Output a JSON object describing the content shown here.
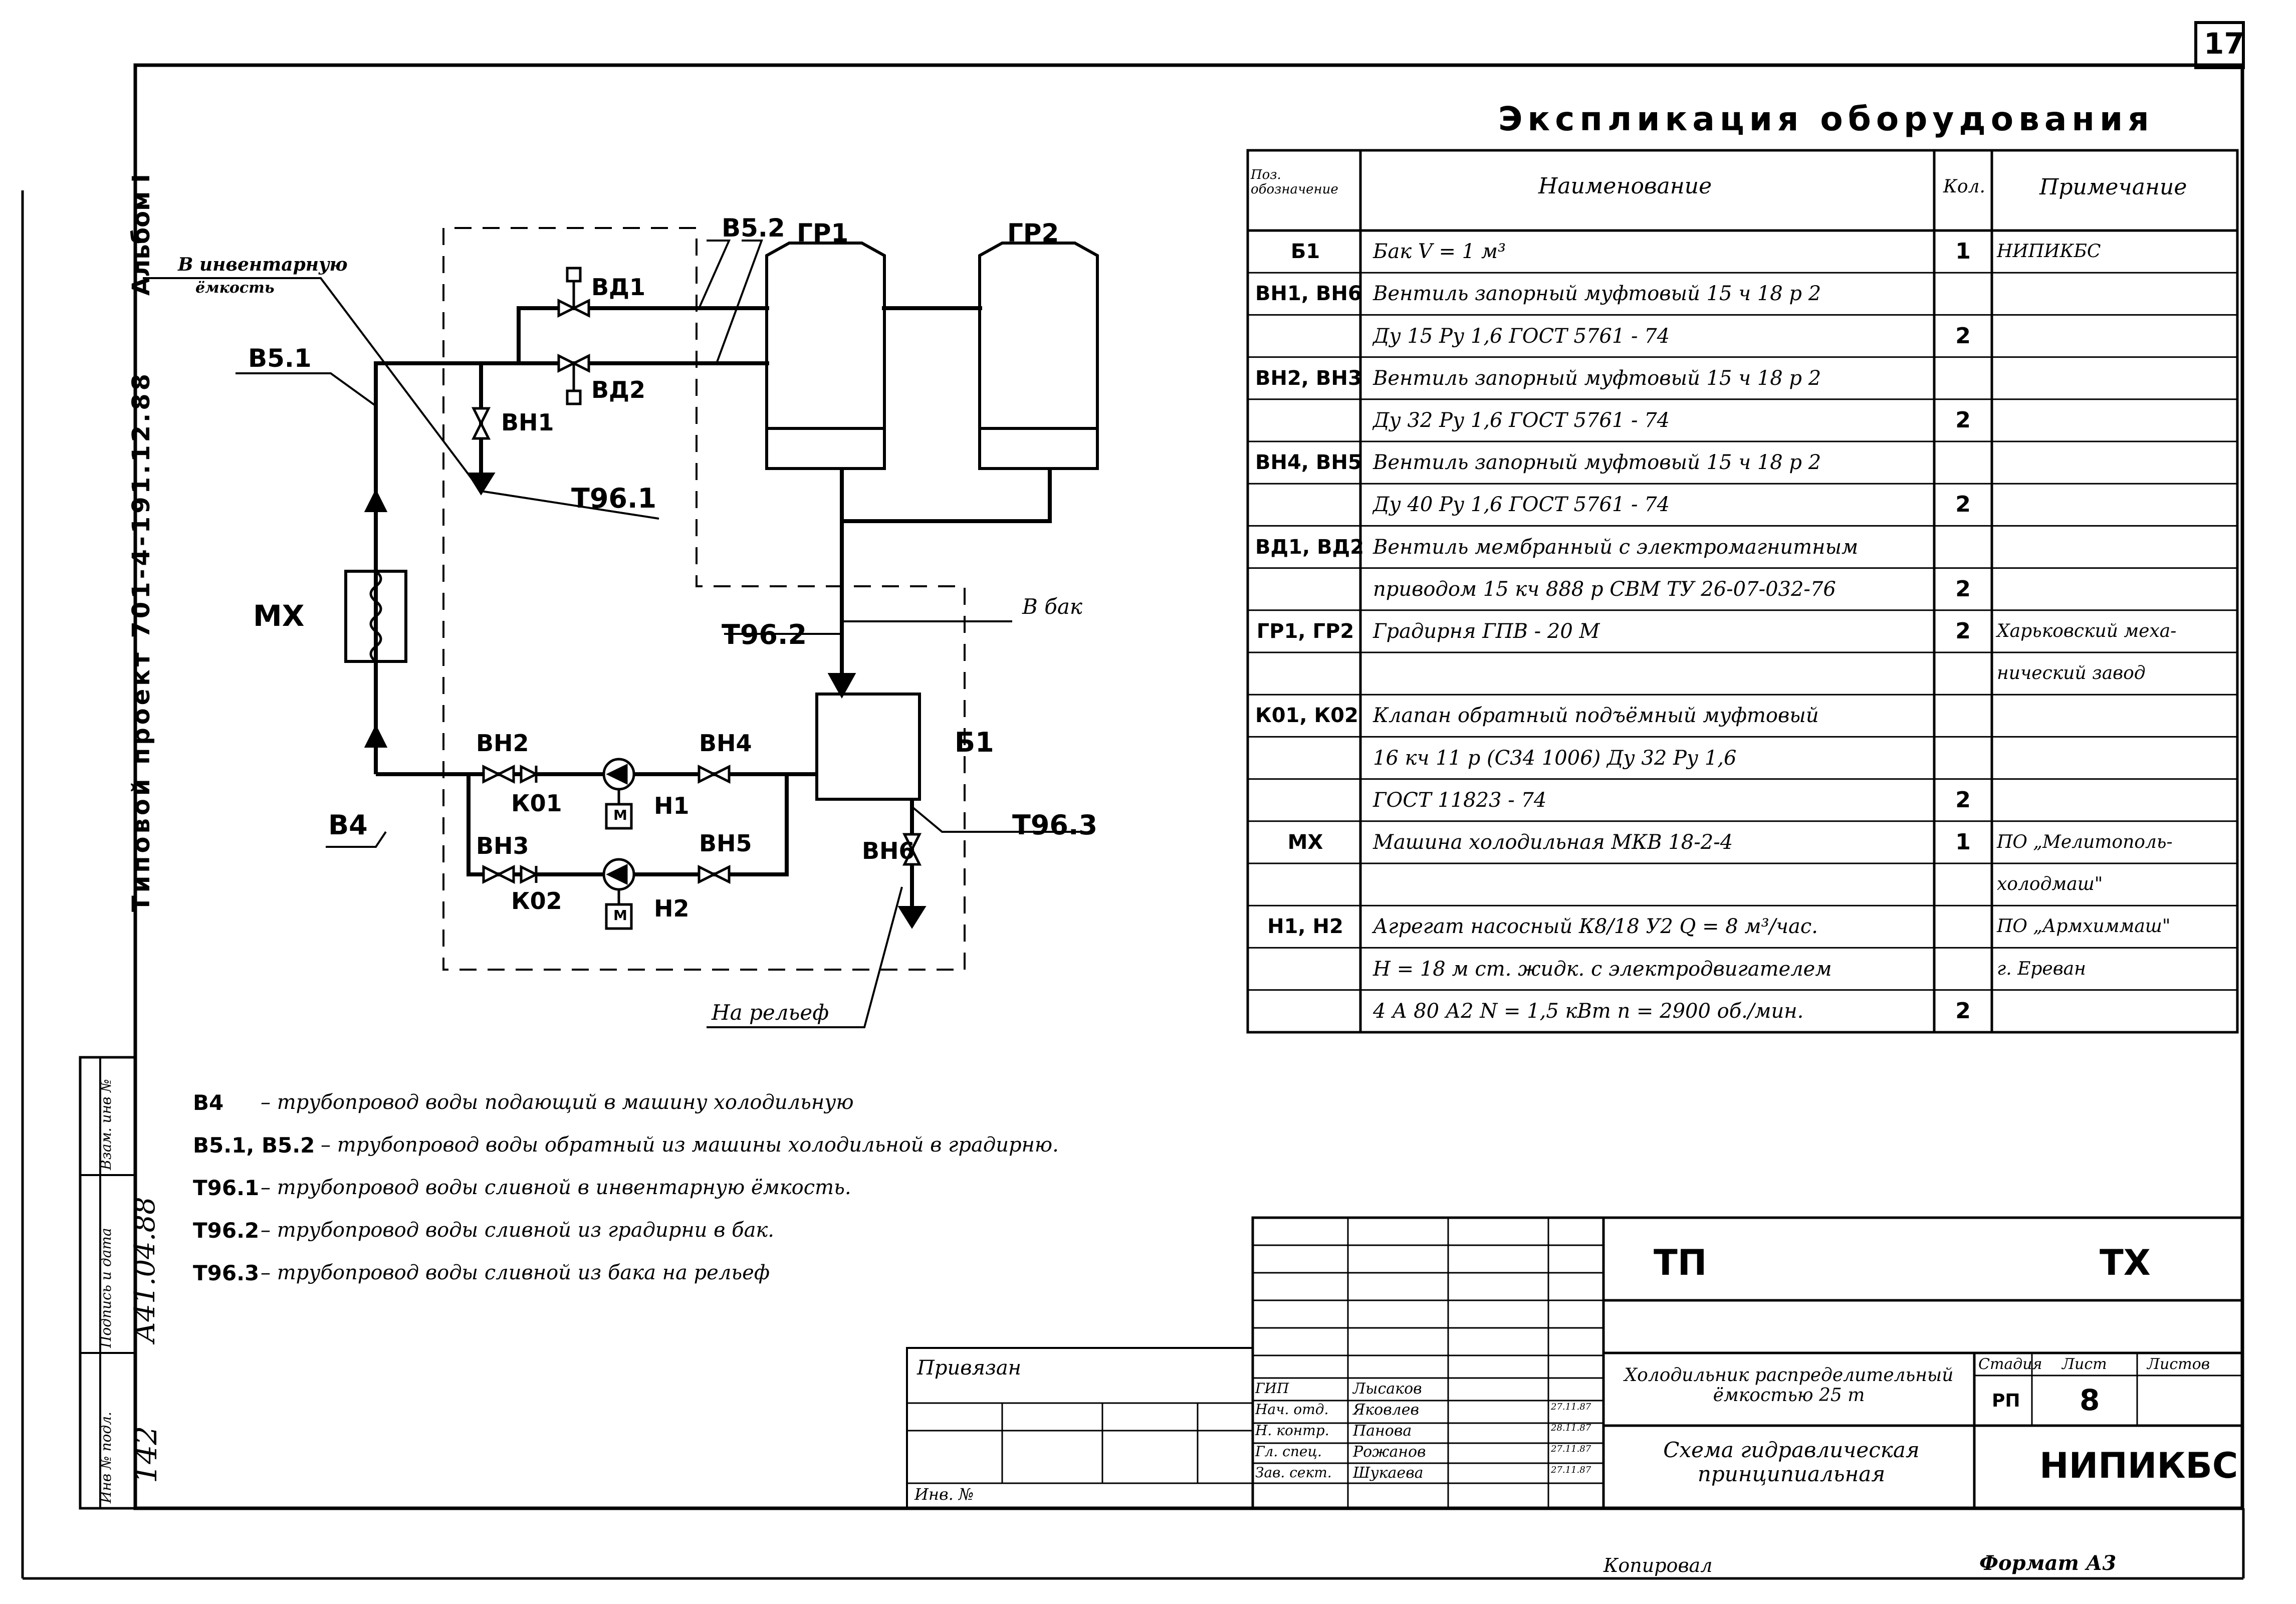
{
  "sheet_number": "17",
  "margin": {
    "album": "Альбом I",
    "project": "Типовой проект 701-4-191.12.88",
    "col_inv": "Инв № подл.",
    "col_sign": "Подпись и дата",
    "col_replace": "Взам. инв №",
    "inv_value": "142",
    "sign_value": "А41.04.88"
  },
  "title": "Экспликация оборудования",
  "table": {
    "headers": {
      "pos": "Поз. обозначение",
      "name": "Наименование",
      "qty": "Кол.",
      "note": "Примечание"
    },
    "rows": [
      {
        "pos": "Б1",
        "name": "Бак V = 1 м³",
        "qty": "1",
        "note": "НИПИКБС"
      },
      {
        "pos": "ВН1, ВН6",
        "name": "Вентиль запорный муфтовый 15 ч 18 р 2",
        "qty": "",
        "note": ""
      },
      {
        "pos": "",
        "name": "Ду 15   Ру 1,6   ГОСТ 5761 - 74",
        "qty": "2",
        "note": ""
      },
      {
        "pos": "ВН2, ВН3",
        "name": "Вентиль запорный муфтовый 15 ч 18 р 2",
        "qty": "",
        "note": ""
      },
      {
        "pos": "",
        "name": "Ду 32   Ру 1,6   ГОСТ 5761 - 74",
        "qty": "2",
        "note": ""
      },
      {
        "pos": "ВН4, ВН5",
        "name": "Вентиль запорный муфтовый 15 ч 18 р 2",
        "qty": "",
        "note": ""
      },
      {
        "pos": "",
        "name": "Ду 40   Ру 1,6   ГОСТ 5761 - 74",
        "qty": "2",
        "note": ""
      },
      {
        "pos": "ВД1, ВД2",
        "name": "Вентиль мембранный с электромагнитным",
        "qty": "",
        "note": ""
      },
      {
        "pos": "",
        "name": "приводом 15 кч 888 р СВМ ТУ 26-07-032-76",
        "qty": "2",
        "note": ""
      },
      {
        "pos": "ГР1, ГР2",
        "name": "Градирня ГПВ - 20 М",
        "qty": "2",
        "note": "Харьковский меха-"
      },
      {
        "pos": "",
        "name": "",
        "qty": "",
        "note": "нический завод"
      },
      {
        "pos": "К01, К02",
        "name": "Клапан обратный подъёмный муфтовый",
        "qty": "",
        "note": ""
      },
      {
        "pos": "",
        "name": "16 кч 11 р (С34 1006) Ду 32   Ру 1,6",
        "qty": "",
        "note": ""
      },
      {
        "pos": "",
        "name": "ГОСТ 11823 - 74",
        "qty": "2",
        "note": ""
      },
      {
        "pos": "МХ",
        "name": "Машина холодильная МКВ 18-2-4",
        "qty": "1",
        "note": "ПО „Мелитополь-"
      },
      {
        "pos": "",
        "name": "",
        "qty": "",
        "note": "холодмаш\""
      },
      {
        "pos": "Н1, Н2",
        "name": "Агрегат насосный К8/18 У2   Q = 8 м³/час.",
        "qty": "",
        "note": "ПО „Армхиммаш\""
      },
      {
        "pos": "",
        "name": "Н = 18 м ст. жидк. с электродвигателем",
        "qty": "",
        "note": "г. Ереван"
      },
      {
        "pos": "",
        "name": "4 А 80 А2   N = 1,5 кВт     n = 2900 об./мин.",
        "qty": "2",
        "note": ""
      }
    ]
  },
  "scheme_labels": {
    "to_inventory": "В инвентарную",
    "to_inventory2": "ёмкость",
    "b52": "В5.2",
    "gr1": "ГР1",
    "gr2": "ГР2",
    "vd1": "ВД1",
    "vd2": "ВД2",
    "b51": "В5.1",
    "vn1": "ВН1",
    "t961": "Т96.1",
    "mx": "МХ",
    "t962": "Т96.2",
    "to_tank": "В бак",
    "vn2": "ВН2",
    "k01": "К01",
    "h1": "Н1",
    "vn4": "ВН4",
    "b1": "Б1",
    "vn3": "ВН3",
    "k02": "К02",
    "h2": "Н2",
    "vn5": "ВН5",
    "b4": "В4",
    "vn6": "ВН6",
    "t963": "Т96.3",
    "relief": "На рельеф",
    "m": "М"
  },
  "legend": [
    {
      "code": "В4",
      "text": "–  трубопровод воды подающий в машину холодильную"
    },
    {
      "code": "В5.1, В5.2",
      "text": "–  трубопровод воды обратный из машины холодильной в градирню."
    },
    {
      "code": "Т96.1",
      "text": "–  трубопровод воды сливной в инвентарную ёмкость."
    },
    {
      "code": "Т96.2",
      "text": "–  трубопровод воды сливной из градирни в бак."
    },
    {
      "code": "Т96.3",
      "text": "–  трубопровод воды сливной из бака на рельеф"
    }
  ],
  "stamp": {
    "privyazan": "Привязан",
    "inv": "Инв. №",
    "tp": "ТП",
    "tx": "ТХ",
    "object": "Холодильник распределительный ёмкостью 25 т",
    "sheet_title": "Схема гидравлическая принципиальная",
    "stage_h": "Стадия",
    "list_h": "Лист",
    "lists_h": "Листов",
    "stage": "РП",
    "list": "8",
    "org": "НИПИКБС",
    "people": [
      {
        "role": "ГИП",
        "name": "Лысаков",
        "date": ""
      },
      {
        "role": "Нач. отд.",
        "name": "Яковлев",
        "date": "27.11.87"
      },
      {
        "role": "Н. контр.",
        "name": "Панова",
        "date": "28.11.87"
      },
      {
        "role": "Гл. спец.",
        "name": "Рожанов",
        "date": "27.11.87"
      },
      {
        "role": "Зав. сект.",
        "name": "Шукаева",
        "date": "27.11.87"
      }
    ]
  },
  "footer": {
    "copied": "Копировал",
    "format": "Формат А3"
  }
}
